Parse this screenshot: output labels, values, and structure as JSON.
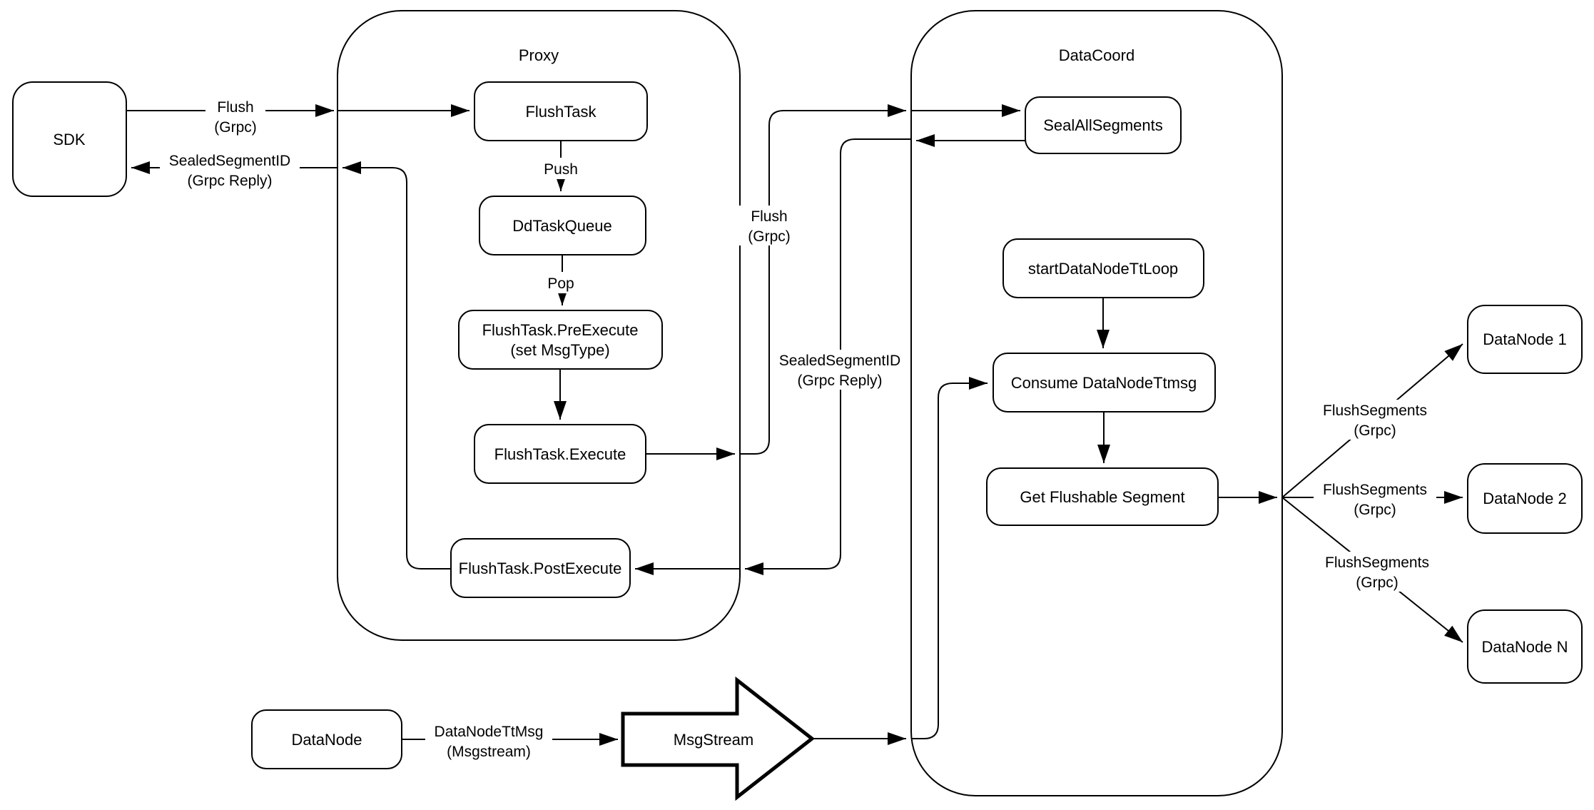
{
  "diagram": {
    "background_color": "#ffffff",
    "stroke_color": "#000000",
    "containers": {
      "proxy": "Proxy",
      "datacoord": "DataCoord"
    },
    "nodes": {
      "sdk": "SDK",
      "flush_task": "FlushTask",
      "dd_task_queue": "DdTaskQueue",
      "pre_execute": [
        "FlushTask.PreExecute",
        "(set MsgType)"
      ],
      "execute": "FlushTask.Execute",
      "post_execute": "FlushTask.PostExecute",
      "seal_all_segments": "SealAllSegments",
      "start_data_node_tt_loop": "startDataNodeTtLoop",
      "consume_data_node_ttmsg": "Consume DataNodeTtmsg",
      "get_flushable_segment": "Get Flushable Segment",
      "datanode_1": "DataNode 1",
      "datanode_2": "DataNode 2",
      "datanode_n": "DataNode N",
      "datanode": "DataNode",
      "msgstream": "MsgStream"
    },
    "edge_labels": {
      "flush_sdk": [
        "Flush",
        "(Grpc)"
      ],
      "sealed_sdk": [
        "SealedSegmentID",
        "(Grpc Reply)"
      ],
      "push": "Push",
      "pop": "Pop",
      "flush_mid": [
        "Flush",
        "(Grpc)"
      ],
      "sealed_mid": [
        "SealedSegmentID",
        "(Grpc Reply)"
      ],
      "flush_segments_1": [
        "FlushSegments",
        "(Grpc)"
      ],
      "flush_segments_2": [
        "FlushSegments",
        "(Grpc)"
      ],
      "flush_segments_3": [
        "FlushSegments",
        "(Grpc)"
      ],
      "datanode_ttmsg": [
        "DataNodeTtMsg",
        "(Msgstream)"
      ]
    }
  }
}
